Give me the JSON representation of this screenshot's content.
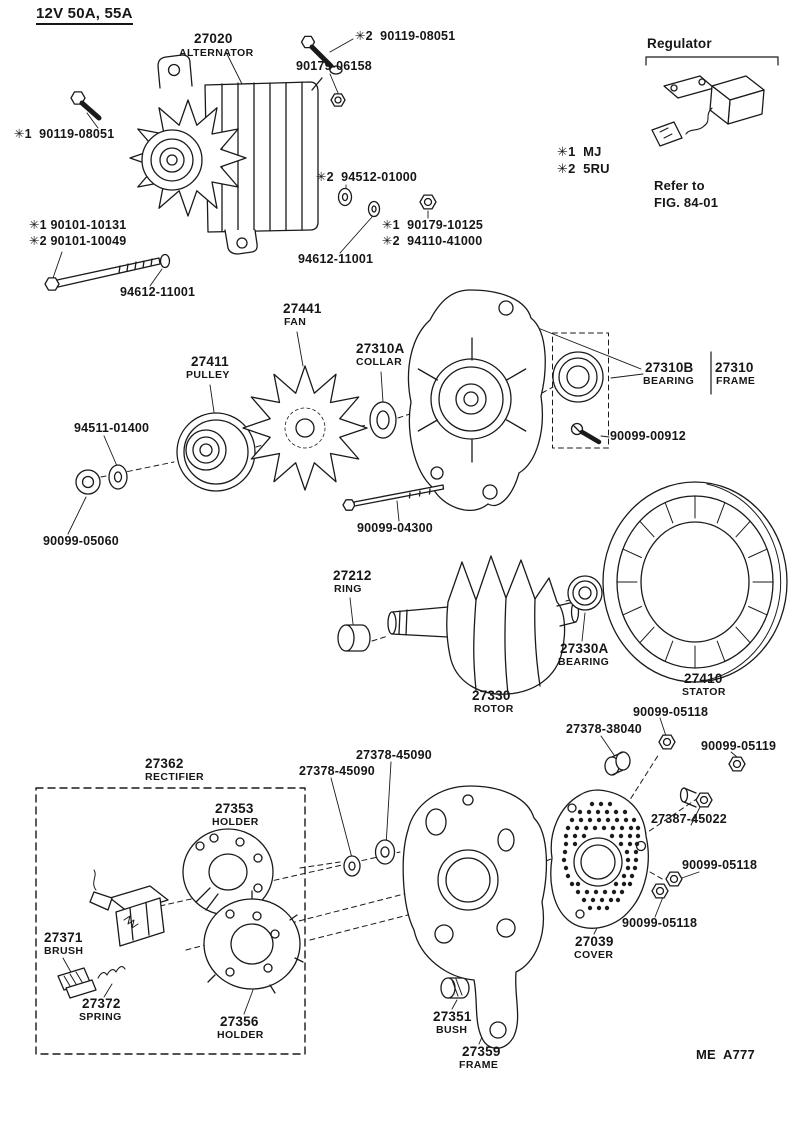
{
  "header": {
    "title": "12V 50A, 55A"
  },
  "footer": {
    "code": "ME  A777"
  },
  "style": {
    "ink": "#1a1a1a",
    "paper": "#ffffff"
  },
  "regulator": {
    "title": "Regulator",
    "note1": "✳1  MJ",
    "note2": "✳2  5RU",
    "refer1": "Refer to",
    "refer2": "FIG. 84-01"
  },
  "parts": {
    "alternator": {
      "num": "27020",
      "name": "ALTERNATOR"
    },
    "fan": {
      "num": "27441",
      "name": "FAN"
    },
    "collar": {
      "num": "27310A",
      "name": "COLLAR"
    },
    "pulley": {
      "num": "27411",
      "name": "PULLEY"
    },
    "front_bearing": {
      "num": "27310B",
      "name": "BEARING"
    },
    "front_frame": {
      "num": "27310",
      "name": "FRAME"
    },
    "ring": {
      "num": "27212",
      "name": "RING"
    },
    "rear_bearing": {
      "num": "27330A",
      "name": "BEARING"
    },
    "stator": {
      "num": "27410",
      "name": "STATOR"
    },
    "rotor": {
      "num": "27330",
      "name": "ROTOR"
    },
    "rectifier": {
      "num": "27362",
      "name": "RECTIFIER"
    },
    "holder_a": {
      "num": "27353",
      "name": "HOLDER"
    },
    "brush": {
      "num": "27371",
      "name": "BRUSH"
    },
    "spring": {
      "num": "27372",
      "name": "SPRING"
    },
    "holder_b": {
      "num": "27356",
      "name": "HOLDER"
    },
    "cover": {
      "num": "27039",
      "name": "COVER"
    },
    "bush": {
      "num": "27351",
      "name": "BUSH"
    },
    "rear_frame": {
      "num": "27359",
      "name": "FRAME"
    }
  },
  "callouts": {
    "mount_bolt_top": "✳2  90119-08051",
    "washer_90179_06158": "90179-06158",
    "mount_bolt_left": "✳1  90119-08051",
    "washer_94512": "✳2  94512-01000",
    "through_bolt_1": "✳1 90101-10131",
    "through_bolt_2": "✳2 90101-10049",
    "nut_90179_10125": "✳1  90179-10125",
    "nut_94110": "✳2  94110-41000",
    "washer_94612_a": "94612-11001",
    "washer_94612_b": "94612-11001",
    "key_94511": "94511-01400",
    "screw_90099_00912": "90099-00912",
    "nut_90099_05060": "90099-05060",
    "bolt_90099_04300": "90099-04300",
    "nut_05118_a": "90099-05118",
    "insulator_27378_38040": "27378-38040",
    "nut_05119": "90099-05119",
    "washer_45090_a": "27378-45090",
    "washer_45090_b": "27378-45090",
    "terminal_27387": "27387-45022",
    "nut_05118_b": "90099-05118",
    "nut_05118_c": "90099-05118"
  }
}
